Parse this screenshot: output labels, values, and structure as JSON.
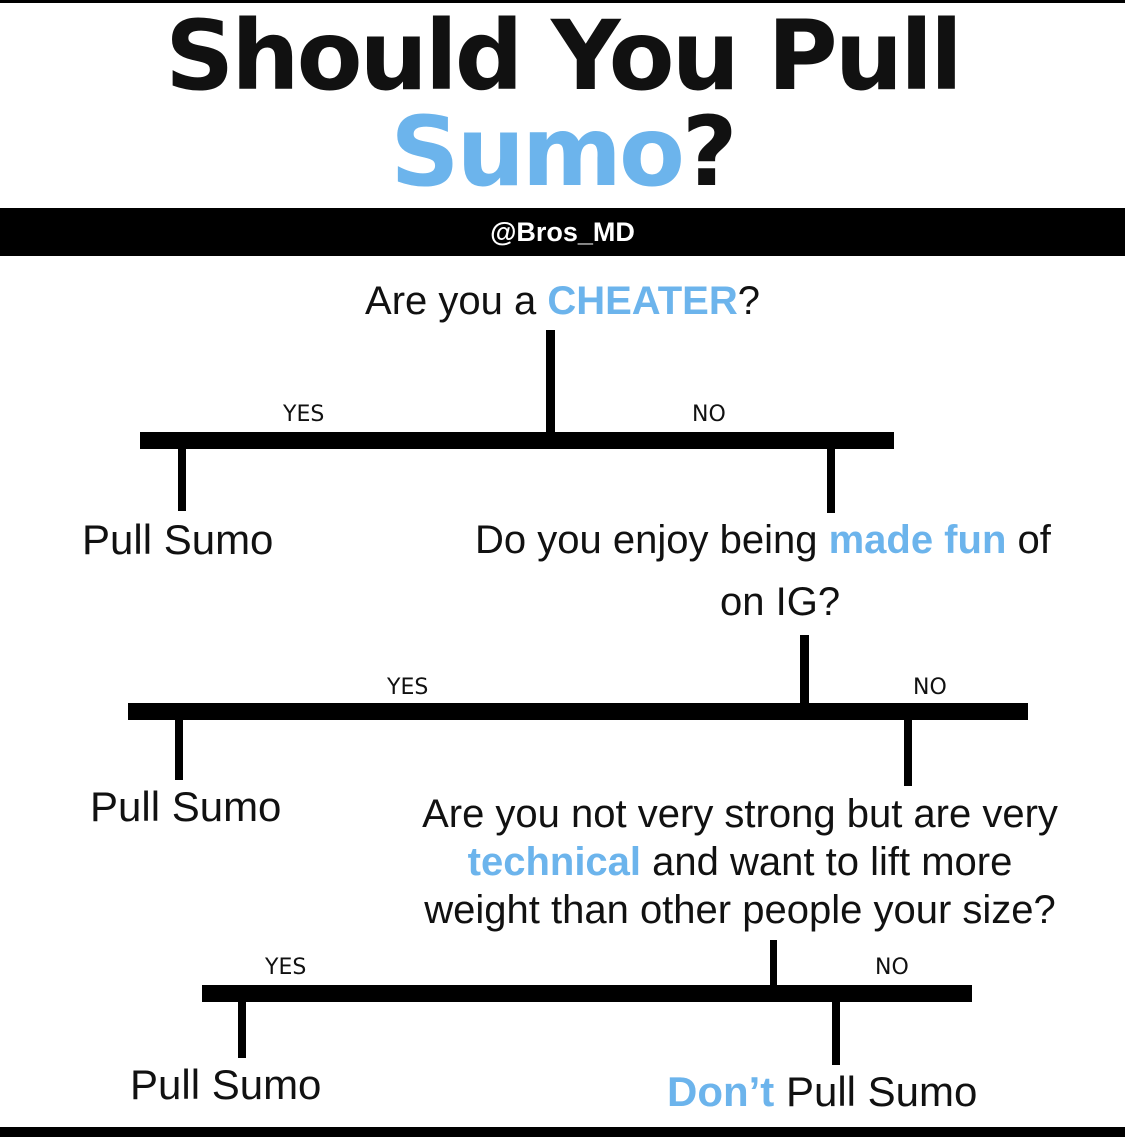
{
  "header": {
    "title_line1": "Should You Pull",
    "title_accent": "Sumo",
    "title_qmark": "?",
    "handle": "@Bros_MD"
  },
  "q1": {
    "pre": "Are you a ",
    "highlight": "CHEATER",
    "post": "?",
    "yes": "YES",
    "no": "NO",
    "yes_answer": "Pull Sumo"
  },
  "q2": {
    "pre": "Do you enjoy being ",
    "highlight": "made fun",
    "post": " of",
    "line2": "on IG?",
    "yes": "YES",
    "no": "NO",
    "yes_answer": "Pull Sumo"
  },
  "q3": {
    "line1": "Are you not very strong but are very",
    "highlight": "technical",
    "line2_post": " and want to lift more",
    "line3": "weight than other people your size?",
    "yes": "YES",
    "no": "NO",
    "yes_answer": "Pull Sumo",
    "no_answer_highlight": "Don’t",
    "no_answer_post": " Pull Sumo"
  },
  "colors": {
    "accent": "#6cb4ec",
    "text": "#111111",
    "lines": "#000000",
    "background": "#ffffff"
  }
}
